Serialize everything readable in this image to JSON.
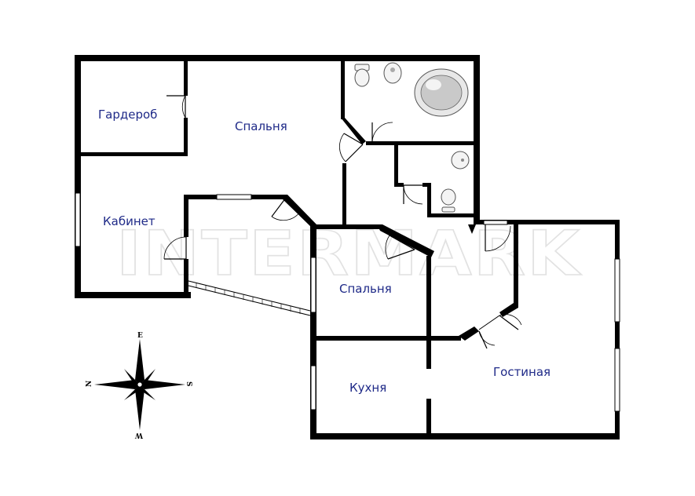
{
  "watermark": "INTERMARK",
  "rooms": [
    {
      "id": "wardrobe",
      "label": "Гардероб"
    },
    {
      "id": "bedroom-top",
      "label": "Спальня"
    },
    {
      "id": "study",
      "label": "Кабинет"
    },
    {
      "id": "bedroom-middle",
      "label": "Спальня"
    },
    {
      "id": "kitchen",
      "label": "Кухня"
    },
    {
      "id": "living-room",
      "label": "Гостиная"
    }
  ],
  "compass": {
    "top": "E",
    "left": "N",
    "right": "S",
    "bottom": "W"
  }
}
